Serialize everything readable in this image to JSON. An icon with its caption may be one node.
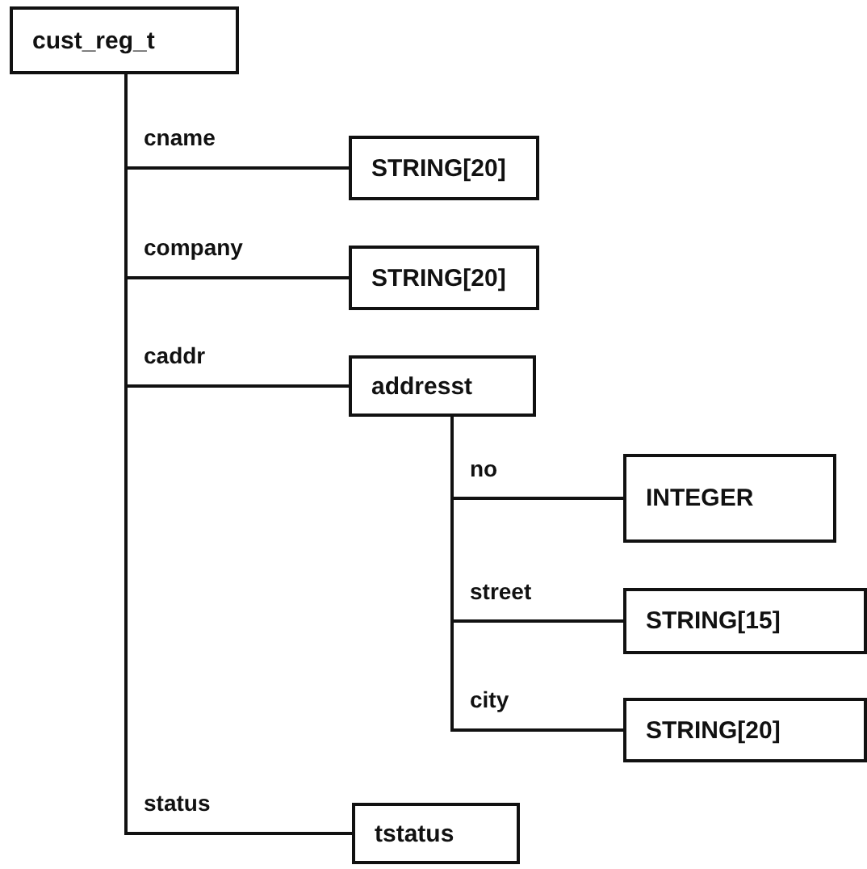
{
  "diagram": {
    "nodes": [
      {
        "text": [
          "cust_reg_t"
        ]
      },
      {
        "text": [
          "STRING[20]"
        ]
      },
      {
        "text": [
          "STRING[20]"
        ]
      },
      {
        "text": [
          "addresst"
        ]
      },
      {
        "text": [
          "INTEGER"
        ]
      },
      {
        "text": [
          "STRING[15]"
        ]
      },
      {
        "text": [
          "STRING[20]"
        ]
      },
      {
        "text": [
          "tstatus"
        ]
      }
    ],
    "edges": [
      {
        "from": 0,
        "to": 1,
        "arrow": "none",
        "label": "cname"
      },
      {
        "from": 0,
        "to": 2,
        "arrow": "none",
        "label": "company"
      },
      {
        "from": 0,
        "to": 3,
        "arrow": "none",
        "label": "caddr"
      },
      {
        "from": 3,
        "to": 4,
        "arrow": "none",
        "label": "no"
      },
      {
        "from": 3,
        "to": 5,
        "arrow": "none",
        "label": "street"
      },
      {
        "from": 3,
        "to": 6,
        "arrow": "none",
        "label": "city"
      },
      {
        "from": 0,
        "to": 7,
        "arrow": "none",
        "label": "status"
      }
    ]
  }
}
